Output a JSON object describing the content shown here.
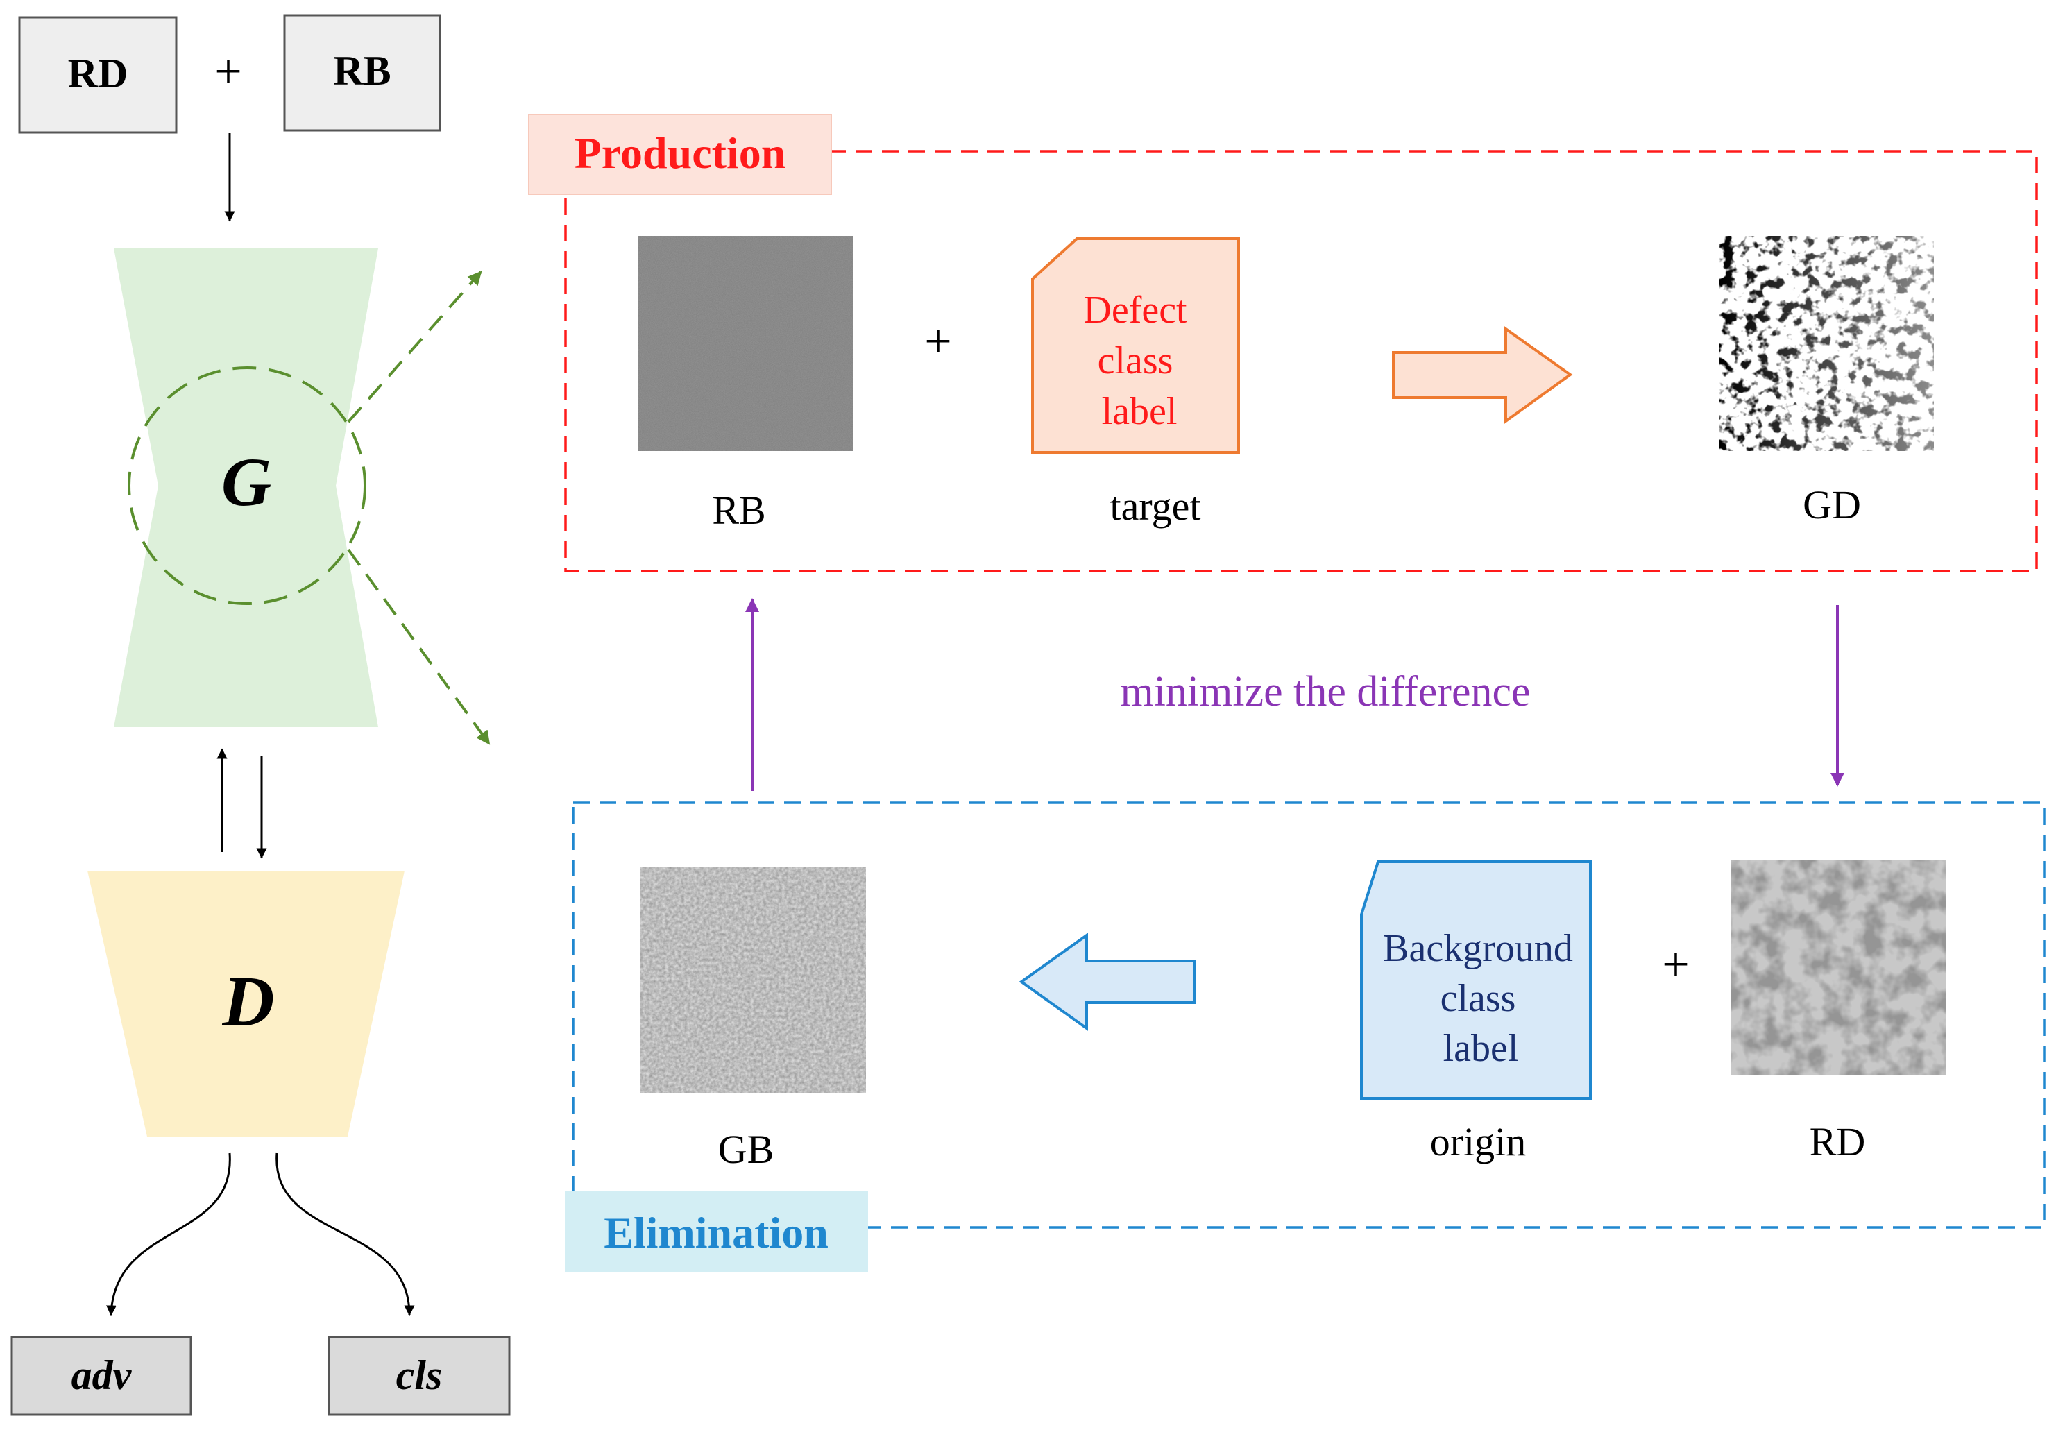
{
  "inputs": {
    "left": "RD",
    "plus": "+",
    "right": "RB"
  },
  "generator": {
    "label": "G"
  },
  "discriminator": {
    "label": "D"
  },
  "outputs": {
    "adv": "adv",
    "cls": "cls"
  },
  "production": {
    "title": "Production",
    "rb_caption": "RB",
    "plus": "+",
    "label_card": [
      "Defect",
      "class",
      "label"
    ],
    "target_caption": "target",
    "gd_caption": "GD"
  },
  "elimination": {
    "title": "Elimination",
    "gb_caption": "GB",
    "label_card": [
      "Background",
      "class",
      "label"
    ],
    "origin_caption": "origin",
    "plus": "+",
    "rd_caption": "RD"
  },
  "center_text": "minimize the difference",
  "colors": {
    "production": "#ff1a1a",
    "production_title_bg": "#fde3db",
    "production_card_fill": "#fde1d3",
    "production_card_stroke": "#ee7a30",
    "elimination": "#1f87cf",
    "elimination_title_bg": "#d3eef4",
    "elimination_card_fill": "#d8e9f8",
    "elimination_card_text": "#1a3070",
    "generator_fill": "#ddf0da",
    "generator_dash": "#5a8f2e",
    "discriminator_fill": "#fdf0c8",
    "purple": "#8a35b5",
    "box_fill": "#eeeeee"
  }
}
